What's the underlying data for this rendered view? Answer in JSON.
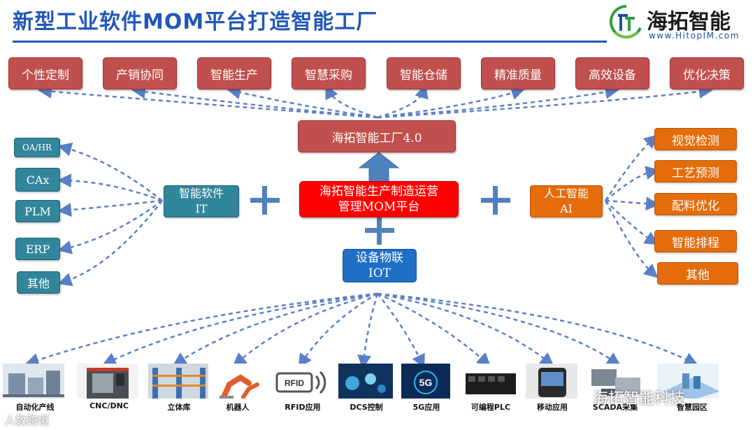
{
  "header": {
    "title": "新型工业软件MOM平台打造智能工厂",
    "logo_name": "海拓智能",
    "logo_url": "www.HitopIM.com"
  },
  "top_targets": [
    "个性定制",
    "产销协同",
    "智能生产",
    "智慧采购",
    "智能仓储",
    "精准质量",
    "高效设备",
    "优化决策"
  ],
  "factory_box": "海拓智能工厂4.0",
  "center": {
    "line1": "海拓智能生产制造运营",
    "line2": "管理MOM平台"
  },
  "left": {
    "hub_line1": "智能软件",
    "hub_line2": "IT",
    "items": [
      "OA/HR",
      "CAx",
      "PLM",
      "ERP",
      "其他"
    ]
  },
  "right": {
    "hub_line1": "人工智能",
    "hub_line2": "AI",
    "items": [
      "视觉检测",
      "工艺预测",
      "配料优化",
      "智能排程",
      "其他"
    ]
  },
  "iot": {
    "line1": "设备物联",
    "line2": "IOT"
  },
  "devices": [
    "自动化产线",
    "CNC/DNC",
    "立体库",
    "机器人",
    "RFID应用",
    "DCS控制",
    "5G应用",
    "可编程PLC",
    "移动应用",
    "SCADA采集",
    "智慧园区"
  ],
  "watermarks": {
    "bottom_left": "人数跨境",
    "bottom_right": "海拓智能科技"
  },
  "colors": {
    "title_blue": "#1f58b7",
    "target_red": "#c0504d",
    "it_teal": "#31869b",
    "ai_orange": "#e46c0a",
    "mom_red": "#ff0000",
    "iot_blue": "#1f6fc5",
    "arrow_blue": "#4f81bd",
    "dash_blue": "#5b7fc7"
  }
}
